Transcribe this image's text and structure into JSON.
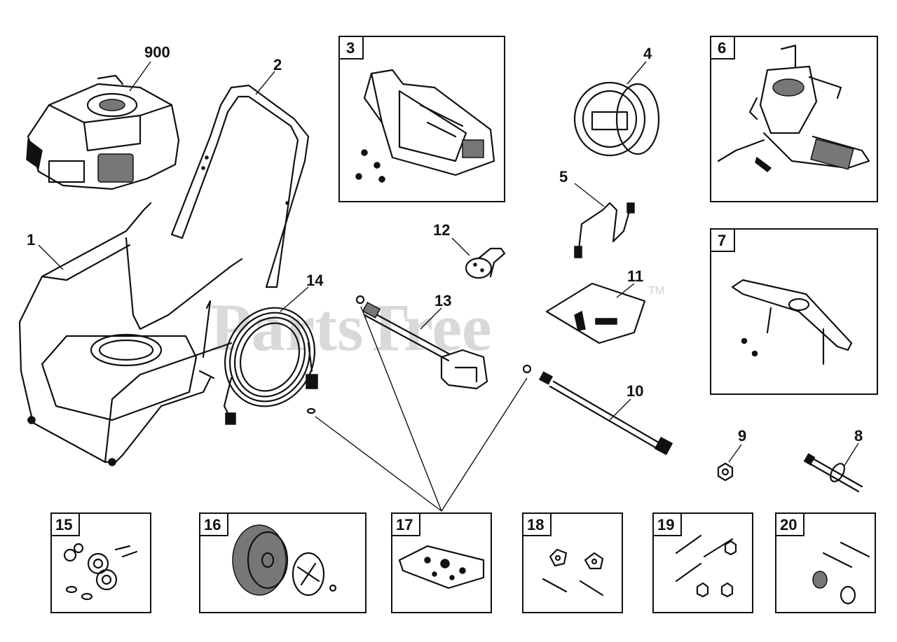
{
  "watermark": {
    "text": "PartsTree",
    "trademark": "TM"
  },
  "callouts": {
    "c900": "900",
    "c1": "1",
    "c2": "2",
    "c4": "4",
    "c5": "5",
    "c8": "8",
    "c9": "9",
    "c10": "10",
    "c11": "11",
    "c12": "12",
    "c13": "13",
    "c14": "14"
  },
  "boxes": {
    "b3": "3",
    "b6": "6",
    "b7": "7",
    "b15": "15",
    "b16": "16",
    "b17": "17",
    "b18": "18",
    "b19": "19",
    "b20": "20"
  }
}
